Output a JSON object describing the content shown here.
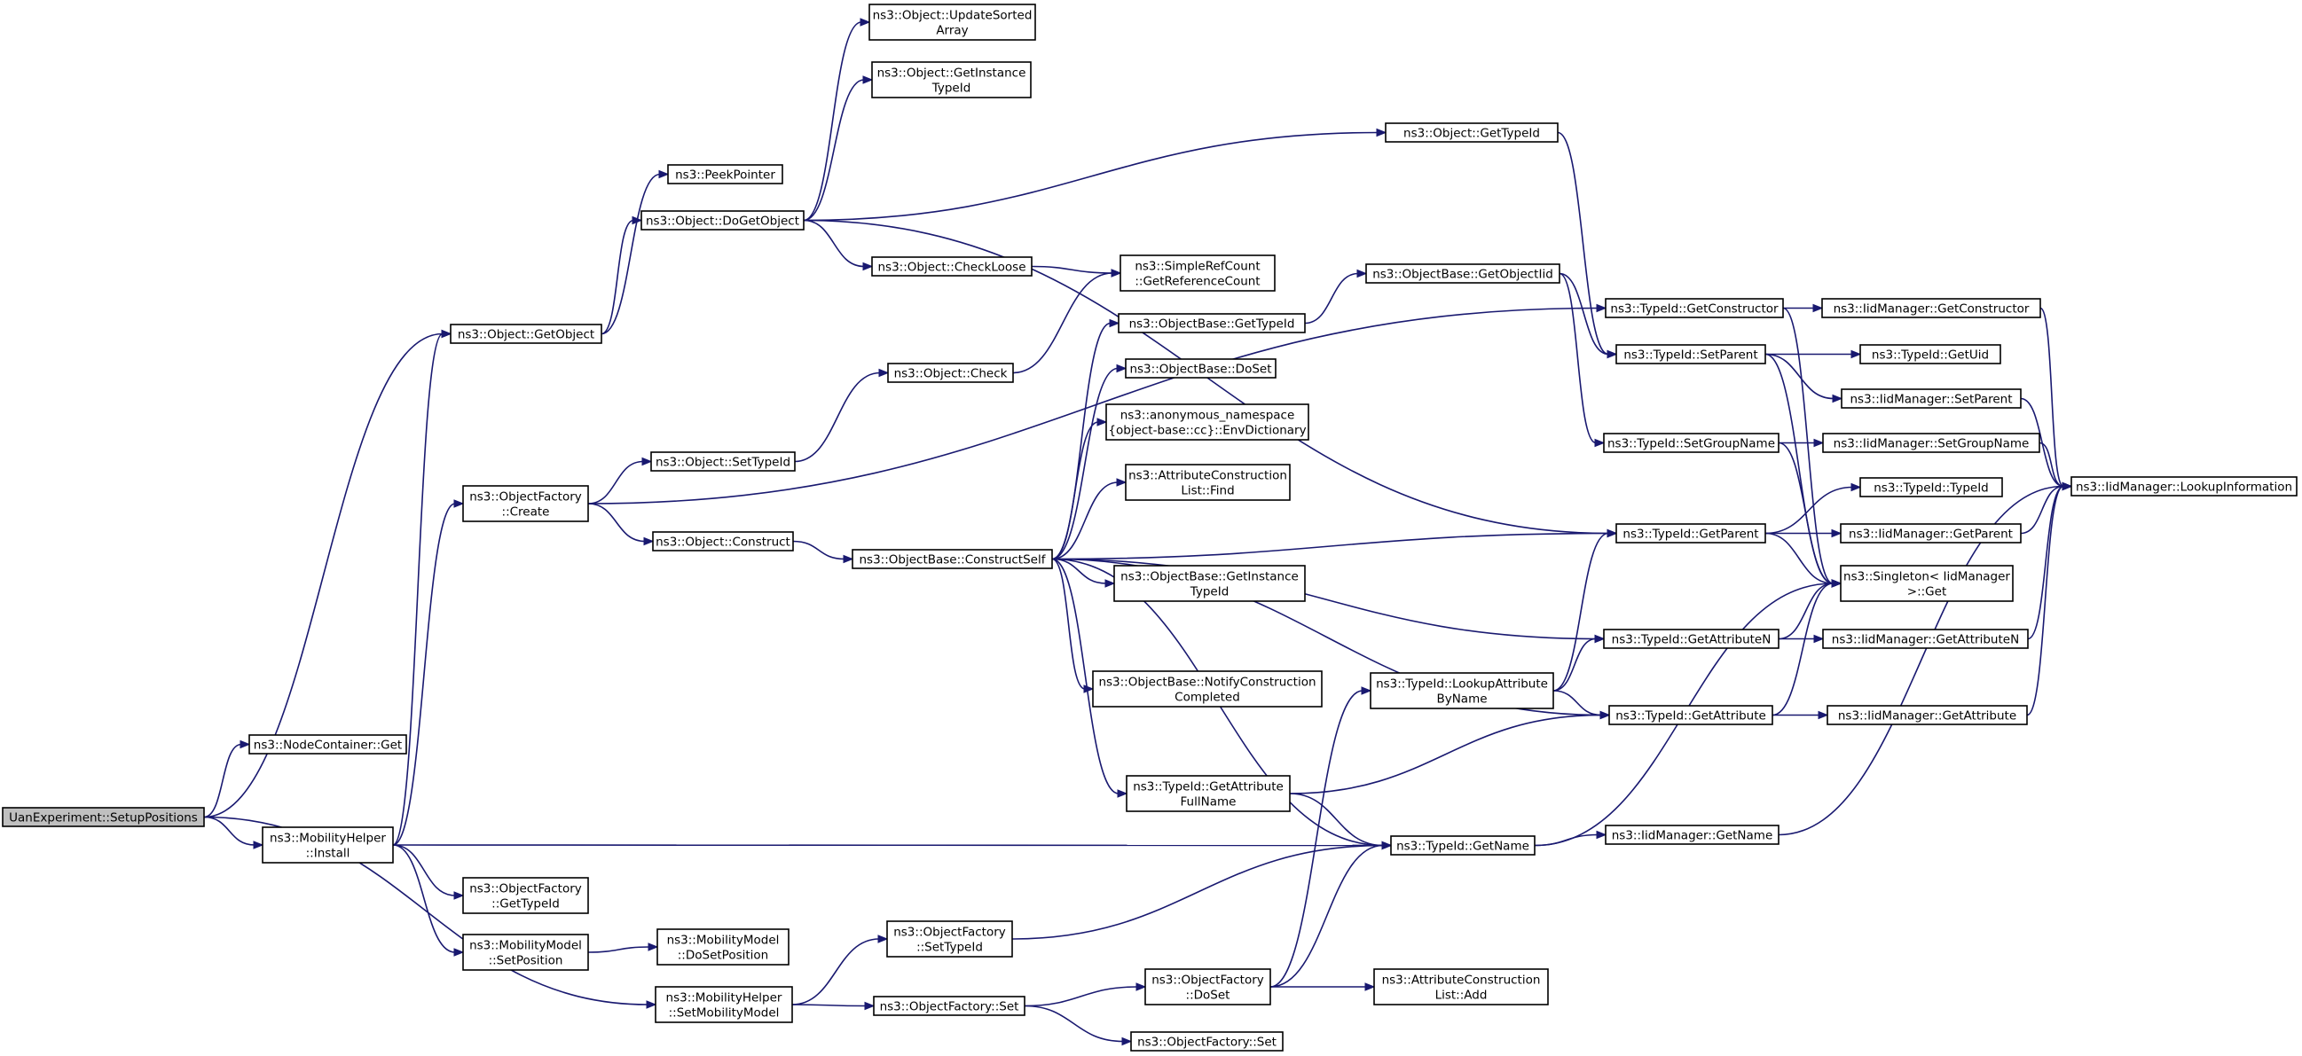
{
  "graph": {
    "type": "call-graph",
    "colors": {
      "edge": "#191970",
      "node_border": "#000000",
      "root_fill": "#bfbfbf",
      "node_fill": "#ffffff"
    },
    "nodes": [
      {
        "id": "n_setup",
        "lines": [
          "UanExperiment::SetupPositions"
        ],
        "root": true
      },
      {
        "id": "n_nodecontainer_get",
        "lines": [
          "ns3::NodeContainer::Get"
        ]
      },
      {
        "id": "n_mobhelper_install",
        "lines": [
          "ns3::MobilityHelper",
          "::Install"
        ]
      },
      {
        "id": "n_mobhelper_setmodel",
        "lines": [
          "ns3::MobilityHelper",
          "::SetMobilityModel"
        ]
      },
      {
        "id": "n_object_getobject",
        "lines": [
          "ns3::Object::GetObject"
        ]
      },
      {
        "id": "n_objfactory_create",
        "lines": [
          "ns3::ObjectFactory",
          "::Create"
        ]
      },
      {
        "id": "n_objfactory_gettypeid",
        "lines": [
          "ns3::ObjectFactory",
          "::GetTypeId"
        ]
      },
      {
        "id": "n_mobmodel_setposition",
        "lines": [
          "ns3::MobilityModel",
          "::SetPosition"
        ]
      },
      {
        "id": "n_mobmodel_dosetposition",
        "lines": [
          "ns3::MobilityModel",
          "::DoSetPosition"
        ]
      },
      {
        "id": "n_peekpointer",
        "lines": [
          "ns3::PeekPointer"
        ]
      },
      {
        "id": "n_object_dogetobject",
        "lines": [
          "ns3::Object::DoGetObject"
        ]
      },
      {
        "id": "n_object_settypeid",
        "lines": [
          "ns3::Object::SetTypeId"
        ]
      },
      {
        "id": "n_object_construct",
        "lines": [
          "ns3::Object::Construct"
        ]
      },
      {
        "id": "n_objfactory_settypeid",
        "lines": [
          "ns3::ObjectFactory",
          "::SetTypeId"
        ]
      },
      {
        "id": "n_objfactory_set",
        "lines": [
          "ns3::ObjectFactory::Set"
        ]
      },
      {
        "id": "n_object_updatesorted",
        "lines": [
          "ns3::Object::UpdateSorted",
          "Array"
        ]
      },
      {
        "id": "n_object_getinstancetypeid",
        "lines": [
          "ns3::Object::GetInstance",
          "TypeId"
        ]
      },
      {
        "id": "n_object_checkloose",
        "lines": [
          "ns3::Object::CheckLoose"
        ]
      },
      {
        "id": "n_object_check",
        "lines": [
          "ns3::Object::Check"
        ]
      },
      {
        "id": "n_objectbase_constructself",
        "lines": [
          "ns3::ObjectBase::ConstructSelf"
        ]
      },
      {
        "id": "n_simplerefcount",
        "lines": [
          "ns3::SimpleRefCount",
          "::GetReferenceCount"
        ]
      },
      {
        "id": "n_objectbase_gettypeid",
        "lines": [
          "ns3::ObjectBase::GetTypeId"
        ]
      },
      {
        "id": "n_objectbase_doset",
        "lines": [
          "ns3::ObjectBase::DoSet"
        ]
      },
      {
        "id": "n_envdictionary",
        "lines": [
          "ns3::anonymous_namespace",
          "{object-base::cc}::EnvDictionary"
        ]
      },
      {
        "id": "n_attrconstr_find",
        "lines": [
          "ns3::AttributeConstruction",
          "List::Find"
        ]
      },
      {
        "id": "n_objectbase_getinstancetypeid",
        "lines": [
          "ns3::ObjectBase::GetInstance",
          "TypeId"
        ]
      },
      {
        "id": "n_objectbase_notify",
        "lines": [
          "ns3::ObjectBase::NotifyConstruction",
          "Completed"
        ]
      },
      {
        "id": "n_typeid_getattrfullname",
        "lines": [
          "ns3::TypeId::GetAttribute",
          "FullName"
        ]
      },
      {
        "id": "n_objfactory_doset",
        "lines": [
          "ns3::ObjectFactory",
          "::DoSet"
        ]
      },
      {
        "id": "n_objfactory_set2",
        "lines": [
          "ns3::ObjectFactory::Set"
        ]
      },
      {
        "id": "n_object_gettypeid",
        "lines": [
          "ns3::Object::GetTypeId"
        ]
      },
      {
        "id": "n_objectbase_getobjectiid",
        "lines": [
          "ns3::ObjectBase::GetObjectIid"
        ]
      },
      {
        "id": "n_typeid_lookupattr",
        "lines": [
          "ns3::TypeId::LookupAttribute",
          "ByName"
        ]
      },
      {
        "id": "n_typeid_getname",
        "lines": [
          "ns3::TypeId::GetName"
        ]
      },
      {
        "id": "n_attrconstr_add",
        "lines": [
          "ns3::AttributeConstruction",
          "List::Add"
        ]
      },
      {
        "id": "n_typeid_getconstructor",
        "lines": [
          "ns3::TypeId::GetConstructor"
        ]
      },
      {
        "id": "n_typeid_setparent",
        "lines": [
          "ns3::TypeId::SetParent"
        ]
      },
      {
        "id": "n_typeid_setgroupname",
        "lines": [
          "ns3::TypeId::SetGroupName"
        ]
      },
      {
        "id": "n_typeid_getparent",
        "lines": [
          "ns3::TypeId::GetParent"
        ]
      },
      {
        "id": "n_typeid_getattributen",
        "lines": [
          "ns3::TypeId::GetAttributeN"
        ]
      },
      {
        "id": "n_typeid_getattribute",
        "lines": [
          "ns3::TypeId::GetAttribute"
        ]
      },
      {
        "id": "n_iidmanager_getname",
        "lines": [
          "ns3::IidManager::GetName"
        ]
      },
      {
        "id": "n_iidmanager_getconstructor",
        "lines": [
          "ns3::IidManager::GetConstructor"
        ]
      },
      {
        "id": "n_typeid_getuid",
        "lines": [
          "ns3::TypeId::GetUid"
        ]
      },
      {
        "id": "n_iidmanager_setparent",
        "lines": [
          "ns3::IidManager::SetParent"
        ]
      },
      {
        "id": "n_iidmanager_setgroupname",
        "lines": [
          "ns3::IidManager::SetGroupName"
        ]
      },
      {
        "id": "n_typeid_typeid",
        "lines": [
          "ns3::TypeId::TypeId"
        ]
      },
      {
        "id": "n_iidmanager_getparent",
        "lines": [
          "ns3::IidManager::GetParent"
        ]
      },
      {
        "id": "n_singleton_get",
        "lines": [
          "ns3::Singleton< IidManager",
          ">::Get"
        ]
      },
      {
        "id": "n_iidmanager_getattributen",
        "lines": [
          "ns3::IidManager::GetAttributeN"
        ]
      },
      {
        "id": "n_iidmanager_getattribute",
        "lines": [
          "ns3::IidManager::GetAttribute"
        ]
      },
      {
        "id": "n_iidmanager_lookupinfo",
        "lines": [
          "ns3::IidManager::LookupInformation"
        ]
      }
    ],
    "edges": [
      [
        "n_setup",
        "n_nodecontainer_get"
      ],
      [
        "n_setup",
        "n_object_getobject"
      ],
      [
        "n_setup",
        "n_mobhelper_install"
      ],
      [
        "n_setup",
        "n_mobhelper_setmodel"
      ],
      [
        "n_mobhelper_install",
        "n_object_getobject"
      ],
      [
        "n_mobhelper_install",
        "n_objfactory_create"
      ],
      [
        "n_mobhelper_install",
        "n_objfactory_gettypeid"
      ],
      [
        "n_mobhelper_install",
        "n_mobmodel_setposition"
      ],
      [
        "n_mobhelper_install",
        "n_typeid_getname"
      ],
      [
        "n_mobhelper_setmodel",
        "n_objfactory_settypeid"
      ],
      [
        "n_mobhelper_setmodel",
        "n_objfactory_set"
      ],
      [
        "n_object_getobject",
        "n_peekpointer"
      ],
      [
        "n_object_getobject",
        "n_object_dogetobject"
      ],
      [
        "n_objfactory_create",
        "n_object_settypeid"
      ],
      [
        "n_objfactory_create",
        "n_object_construct"
      ],
      [
        "n_objfactory_create",
        "n_typeid_getconstructor"
      ],
      [
        "n_mobmodel_setposition",
        "n_mobmodel_dosetposition"
      ],
      [
        "n_object_dogetobject",
        "n_object_updatesorted"
      ],
      [
        "n_object_dogetobject",
        "n_object_getinstancetypeid"
      ],
      [
        "n_object_dogetobject",
        "n_object_gettypeid"
      ],
      [
        "n_object_dogetobject",
        "n_object_checkloose"
      ],
      [
        "n_object_dogetobject",
        "n_typeid_getparent"
      ],
      [
        "n_object_checkloose",
        "n_simplerefcount"
      ],
      [
        "n_object_settypeid",
        "n_object_check"
      ],
      [
        "n_object_check",
        "n_simplerefcount"
      ],
      [
        "n_object_construct",
        "n_objectbase_constructself"
      ],
      [
        "n_objectbase_constructself",
        "n_objectbase_gettypeid"
      ],
      [
        "n_objectbase_constructself",
        "n_objectbase_doset"
      ],
      [
        "n_objectbase_constructself",
        "n_envdictionary"
      ],
      [
        "n_objectbase_constructself",
        "n_attrconstr_find"
      ],
      [
        "n_objectbase_constructself",
        "n_objectbase_getinstancetypeid"
      ],
      [
        "n_objectbase_constructself",
        "n_objectbase_notify"
      ],
      [
        "n_objectbase_constructself",
        "n_typeid_getattrfullname"
      ],
      [
        "n_objectbase_constructself",
        "n_typeid_getname"
      ],
      [
        "n_objectbase_constructself",
        "n_typeid_getparent"
      ],
      [
        "n_objectbase_constructself",
        "n_typeid_getattributen"
      ],
      [
        "n_objectbase_constructself",
        "n_typeid_getattribute"
      ],
      [
        "n_objectbase_gettypeid",
        "n_objectbase_getobjectiid"
      ],
      [
        "n_objectbase_getobjectiid",
        "n_typeid_setparent"
      ],
      [
        "n_objectbase_getobjectiid",
        "n_typeid_setgroupname"
      ],
      [
        "n_object_gettypeid",
        "n_typeid_setparent"
      ],
      [
        "n_typeid_getattrfullname",
        "n_typeid_getattribute"
      ],
      [
        "n_typeid_getattrfullname",
        "n_typeid_getname"
      ],
      [
        "n_objfactory_settypeid",
        "n_typeid_getname"
      ],
      [
        "n_objfactory_set",
        "n_objfactory_doset"
      ],
      [
        "n_objfactory_set",
        "n_objfactory_set2"
      ],
      [
        "n_objfactory_doset",
        "n_typeid_lookupattr"
      ],
      [
        "n_objfactory_doset",
        "n_typeid_getname"
      ],
      [
        "n_objfactory_doset",
        "n_attrconstr_add"
      ],
      [
        "n_typeid_lookupattr",
        "n_typeid_getparent"
      ],
      [
        "n_typeid_lookupattr",
        "n_typeid_getattributen"
      ],
      [
        "n_typeid_lookupattr",
        "n_typeid_getattribute"
      ],
      [
        "n_typeid_getname",
        "n_iidmanager_getname"
      ],
      [
        "n_typeid_getname",
        "n_singleton_get"
      ],
      [
        "n_typeid_getconstructor",
        "n_iidmanager_getconstructor"
      ],
      [
        "n_typeid_getconstructor",
        "n_singleton_get"
      ],
      [
        "n_typeid_setparent",
        "n_typeid_getuid"
      ],
      [
        "n_typeid_setparent",
        "n_iidmanager_setparent"
      ],
      [
        "n_typeid_setparent",
        "n_singleton_get"
      ],
      [
        "n_typeid_setgroupname",
        "n_iidmanager_setgroupname"
      ],
      [
        "n_typeid_setgroupname",
        "n_singleton_get"
      ],
      [
        "n_typeid_getparent",
        "n_typeid_typeid"
      ],
      [
        "n_typeid_getparent",
        "n_iidmanager_getparent"
      ],
      [
        "n_typeid_getparent",
        "n_singleton_get"
      ],
      [
        "n_typeid_getattributen",
        "n_iidmanager_getattributen"
      ],
      [
        "n_typeid_getattributen",
        "n_singleton_get"
      ],
      [
        "n_typeid_getattribute",
        "n_iidmanager_getattribute"
      ],
      [
        "n_typeid_getattribute",
        "n_singleton_get"
      ],
      [
        "n_iidmanager_getname",
        "n_iidmanager_lookupinfo"
      ],
      [
        "n_iidmanager_getconstructor",
        "n_iidmanager_lookupinfo"
      ],
      [
        "n_iidmanager_setparent",
        "n_iidmanager_lookupinfo"
      ],
      [
        "n_iidmanager_setgroupname",
        "n_iidmanager_lookupinfo"
      ],
      [
        "n_iidmanager_getparent",
        "n_iidmanager_lookupinfo"
      ],
      [
        "n_iidmanager_getattributen",
        "n_iidmanager_lookupinfo"
      ],
      [
        "n_iidmanager_getattribute",
        "n_iidmanager_lookupinfo"
      ]
    ]
  }
}
